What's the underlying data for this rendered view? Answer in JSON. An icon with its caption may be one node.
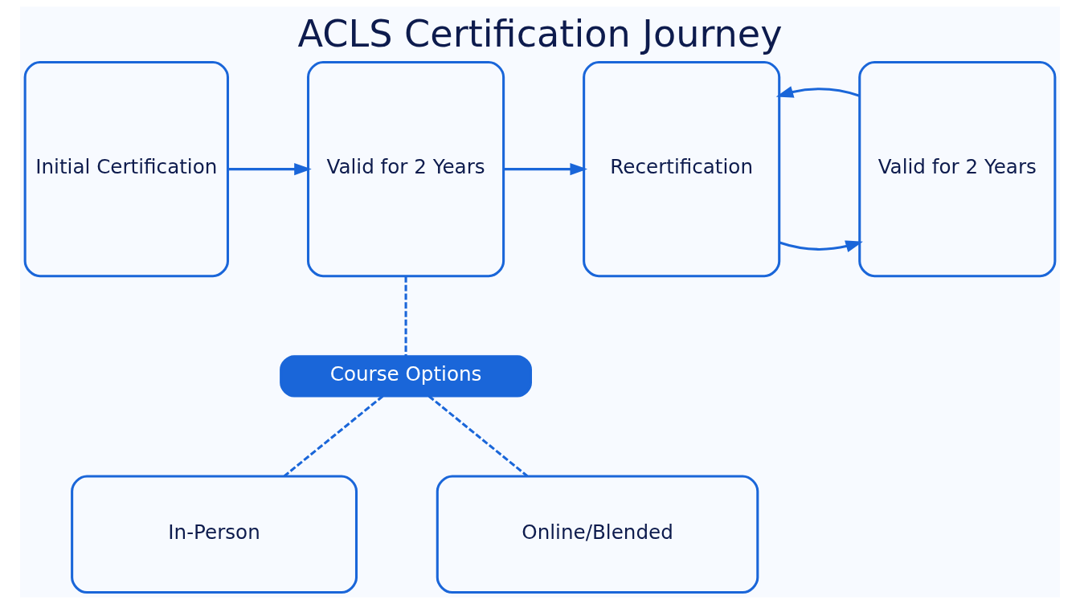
{
  "diagram": {
    "title": "ACLS Certification Journey",
    "nodes": [
      {
        "text": [
          "Initial Certification"
        ]
      },
      {
        "text": [
          "Valid for 2 Years"
        ]
      },
      {
        "text": [
          "Recertification"
        ]
      },
      {
        "text": [
          "Valid for 2 Years"
        ]
      },
      {
        "text": [
          "Course Options"
        ]
      },
      {
        "text": [
          "In-Person"
        ]
      },
      {
        "text": [
          "Online/Blended"
        ]
      }
    ],
    "edges": [
      {
        "from": 0,
        "to": 1,
        "arrow": "to"
      },
      {
        "from": 1,
        "to": 2,
        "arrow": "to"
      },
      {
        "from": 2,
        "to": 3,
        "arrow": "to"
      },
      {
        "from": 3,
        "to": 2,
        "arrow": "to"
      },
      {
        "from": 1,
        "to": 4,
        "arrow": "none",
        "style": "dashed"
      },
      {
        "from": 4,
        "to": 5,
        "arrow": "none",
        "style": "dashed"
      },
      {
        "from": 4,
        "to": 6,
        "arrow": "none",
        "style": "dashed"
      }
    ]
  }
}
